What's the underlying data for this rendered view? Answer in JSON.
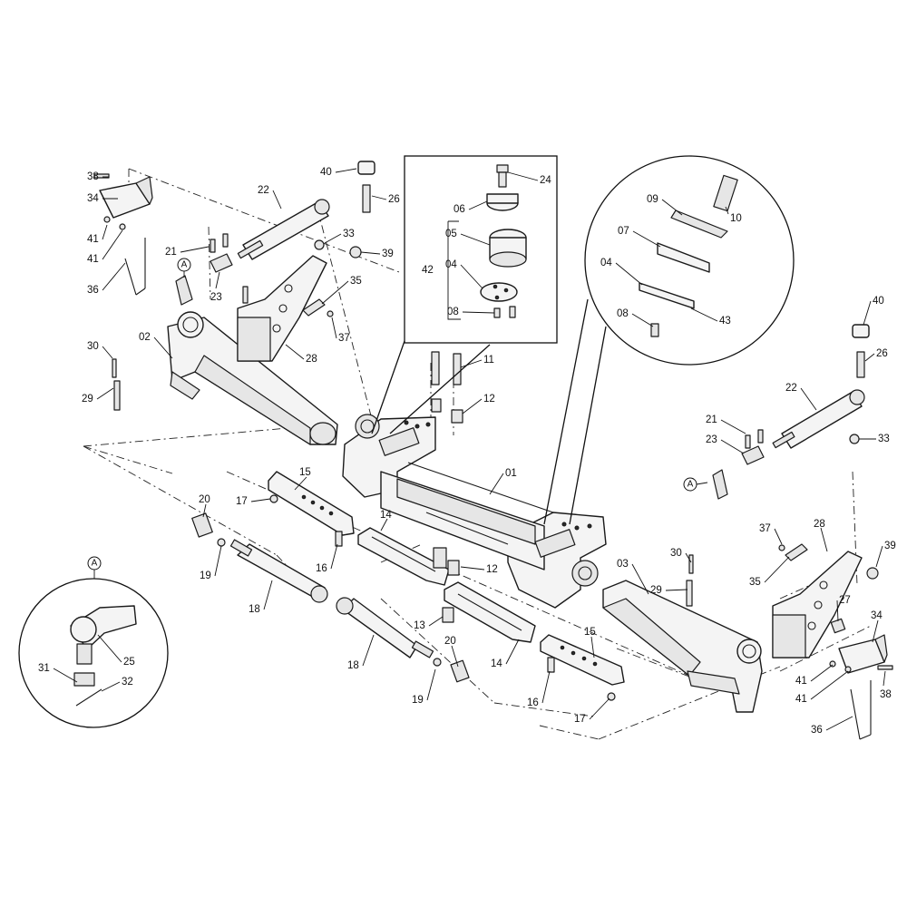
{
  "callout_letter": "A",
  "labels": {
    "p01": "01",
    "p02": "02",
    "p03": "03",
    "p04a": "04",
    "p04b": "04",
    "p05": "05",
    "p06": "06",
    "p07": "07",
    "p08a": "08",
    "p08b": "08",
    "p09": "09",
    "p10": "10",
    "p11": "11",
    "p12a": "12",
    "p12b": "12",
    "p13": "13",
    "p14a": "14",
    "p14b": "14",
    "p15a": "15",
    "p15b": "15",
    "p16a": "16",
    "p16b": "16",
    "p17a": "17",
    "p17b": "17",
    "p18a": "18",
    "p18b": "18",
    "p19a": "19",
    "p19b": "19",
    "p20a": "20",
    "p20b": "20",
    "p21a": "21",
    "p21b": "21",
    "p22a": "22",
    "p22b": "22",
    "p23a": "23",
    "p23b": "23",
    "p24": "24",
    "p25": "25",
    "p26a": "26",
    "p26b": "26",
    "p27": "27",
    "p28a": "28",
    "p28b": "28",
    "p29a": "29",
    "p29b": "29",
    "p30a": "30",
    "p30b": "30",
    "p31": "31",
    "p32": "32",
    "p33a": "33",
    "p33b": "33",
    "p34a": "34",
    "p34b": "34",
    "p35a": "35",
    "p35b": "35",
    "p36a": "36",
    "p36b": "36",
    "p37a": "37",
    "p37b": "37",
    "p38a": "38",
    "p38b": "38",
    "p39a": "39",
    "p39b": "39",
    "p40a": "40",
    "p40b": "40",
    "p41a": "41",
    "p41b": "41",
    "p41c": "41",
    "p41d": "41",
    "p42": "42",
    "p43": "43"
  }
}
